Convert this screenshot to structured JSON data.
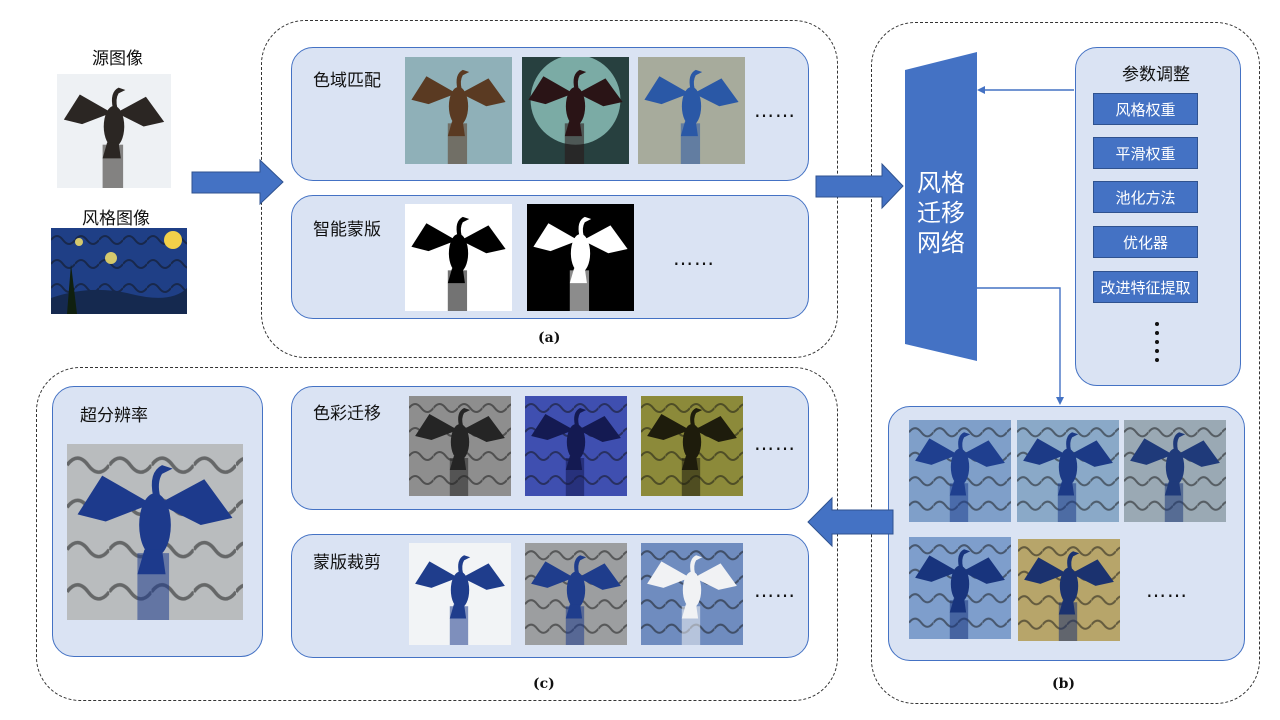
{
  "inputs": {
    "source_label": "源图像",
    "style_label": "风格图像"
  },
  "section_a": {
    "caption": "(a)",
    "color_match_label": "色域匹配",
    "smart_mask_label": "智能蒙版",
    "ellipsis": "……"
  },
  "network": {
    "label_lines": [
      "风格",
      "迁移",
      "网络"
    ]
  },
  "params": {
    "title": "参数调整",
    "items": [
      "风格权重",
      "平滑权重",
      "池化方法",
      "优化器",
      "改进特征提取"
    ]
  },
  "section_b": {
    "caption": "(b)",
    "ellipsis": "……"
  },
  "section_c": {
    "caption": "(c)",
    "super_res_label": "超分辨率",
    "color_transfer_label": "色彩迁移",
    "mask_crop_label": "蒙版裁剪",
    "ellipsis": "……"
  },
  "colors": {
    "accent": "#4472c4",
    "panel_fill": "#dae3f3",
    "dark_accent": "#2f528f"
  }
}
